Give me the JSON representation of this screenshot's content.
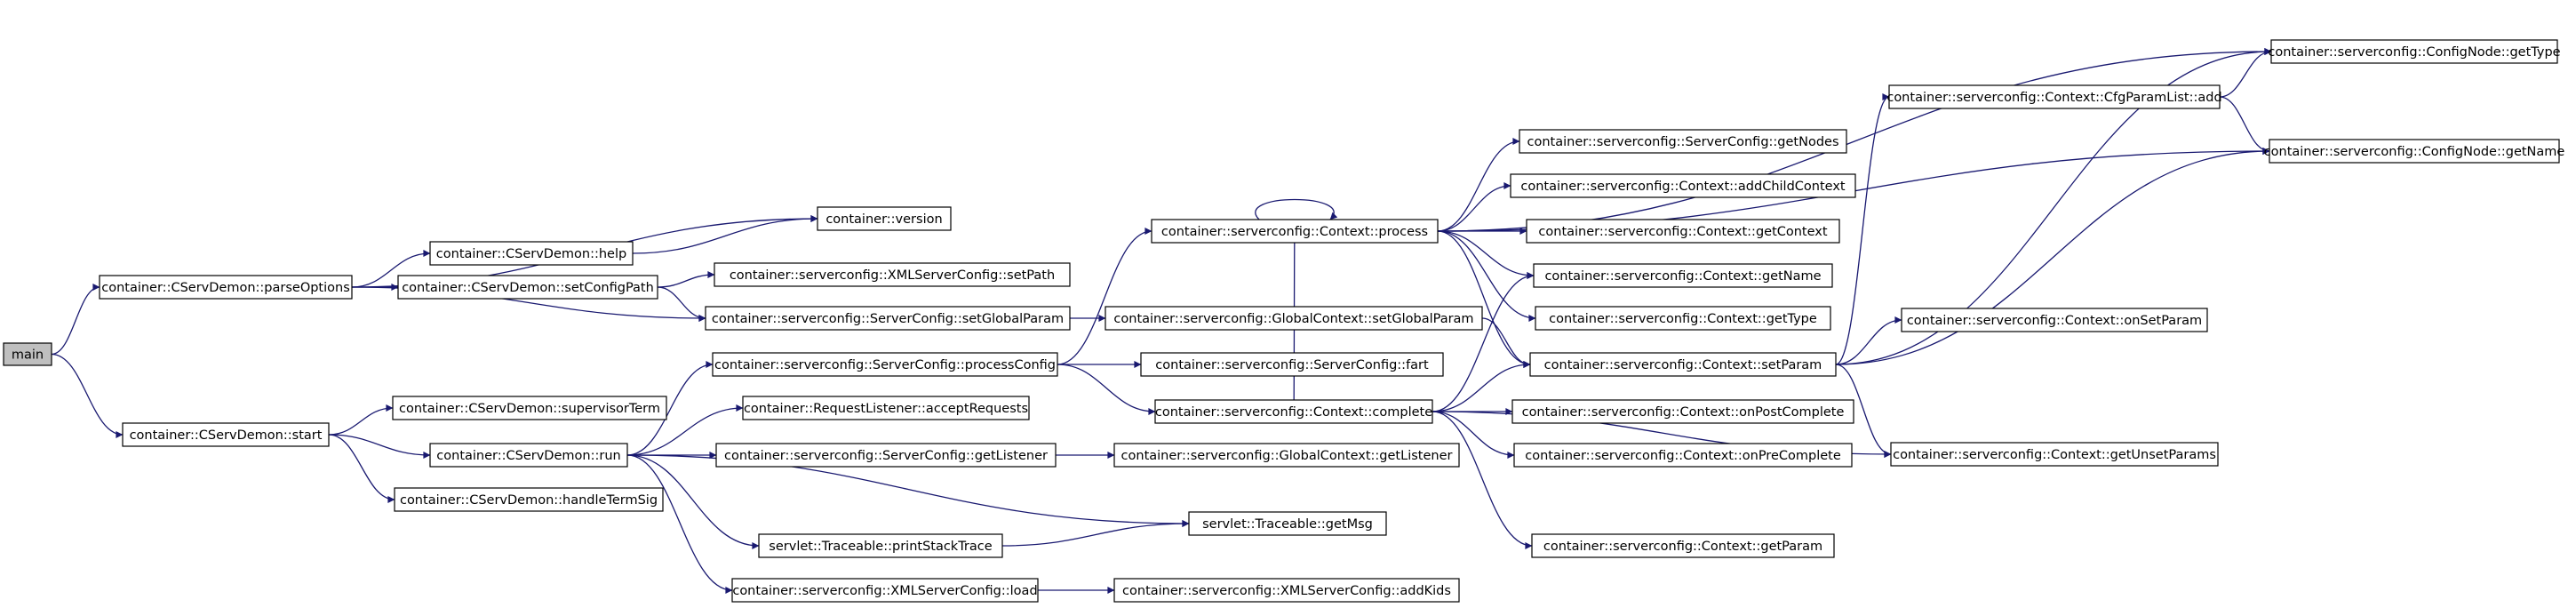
{
  "graph": {
    "root": "main",
    "nodes": [
      {
        "id": "main",
        "label": "main",
        "root": true
      },
      {
        "id": "parseOptions",
        "label": "container::CServDemon::parseOptions"
      },
      {
        "id": "start",
        "label": "container::CServDemon::start"
      },
      {
        "id": "version",
        "label": "container::version"
      },
      {
        "id": "help",
        "label": "container::CServDemon::help"
      },
      {
        "id": "setConfigPath",
        "label": "container::CServDemon::setConfigPath"
      },
      {
        "id": "xmlSetPath",
        "label": "container::serverconfig::XMLServerConfig::setPath"
      },
      {
        "id": "scSetGlobalParam",
        "label": "container::serverconfig::ServerConfig::setGlobalParam"
      },
      {
        "id": "processConfig",
        "label": "container::serverconfig::ServerConfig::processConfig"
      },
      {
        "id": "supervisorTerm",
        "label": "container::CServDemon::supervisorTerm"
      },
      {
        "id": "run",
        "label": "container::CServDemon::run"
      },
      {
        "id": "handleTermSig",
        "label": "container::CServDemon::handleTermSig"
      },
      {
        "id": "acceptRequests",
        "label": "container::RequestListener::acceptRequests"
      },
      {
        "id": "scGetListener",
        "label": "container::serverconfig::ServerConfig::getListener"
      },
      {
        "id": "printStackTrace",
        "label": "servlet::Traceable::printStackTrace"
      },
      {
        "id": "xmlLoad",
        "label": "container::serverconfig::XMLServerConfig::load"
      },
      {
        "id": "process",
        "label": "container::serverconfig::Context::process"
      },
      {
        "id": "gcSetGlobalParam",
        "label": "container::serverconfig::GlobalContext::setGlobalParam"
      },
      {
        "id": "fart",
        "label": "container::serverconfig::ServerConfig::fart"
      },
      {
        "id": "complete",
        "label": "container::serverconfig::Context::complete"
      },
      {
        "id": "gcGetListener",
        "label": "container::serverconfig::GlobalContext::getListener"
      },
      {
        "id": "getMsg",
        "label": "servlet::Traceable::getMsg"
      },
      {
        "id": "addKids",
        "label": "container::serverconfig::XMLServerConfig::addKids"
      },
      {
        "id": "getNodes",
        "label": "container::serverconfig::ServerConfig::getNodes"
      },
      {
        "id": "addChildContext",
        "label": "container::serverconfig::Context::addChildContext"
      },
      {
        "id": "getContext",
        "label": "container::serverconfig::Context::getContext"
      },
      {
        "id": "ctxGetName",
        "label": "container::serverconfig::Context::getName"
      },
      {
        "id": "ctxGetType",
        "label": "container::serverconfig::Context::getType"
      },
      {
        "id": "setParam",
        "label": "container::serverconfig::Context::setParam"
      },
      {
        "id": "onPostComplete",
        "label": "container::serverconfig::Context::onPostComplete"
      },
      {
        "id": "onPreComplete",
        "label": "container::serverconfig::Context::onPreComplete"
      },
      {
        "id": "getParam",
        "label": "container::serverconfig::Context::getParam"
      },
      {
        "id": "cfgAdd",
        "label": "container::serverconfig::Context::CfgParamList::add"
      },
      {
        "id": "onSetParam",
        "label": "container::serverconfig::Context::onSetParam"
      },
      {
        "id": "getUnsetParams",
        "label": "container::serverconfig::Context::getUnsetParams"
      },
      {
        "id": "cnGetType",
        "label": "container::serverconfig::ConfigNode::getType"
      },
      {
        "id": "cnGetName",
        "label": "container::serverconfig::ConfigNode::getName"
      }
    ],
    "edges": [
      {
        "from": "main",
        "to": "parseOptions"
      },
      {
        "from": "main",
        "to": "start"
      },
      {
        "from": "parseOptions",
        "to": "version"
      },
      {
        "from": "parseOptions",
        "to": "help"
      },
      {
        "from": "parseOptions",
        "to": "setConfigPath"
      },
      {
        "from": "parseOptions",
        "to": "scSetGlobalParam"
      },
      {
        "from": "help",
        "to": "version"
      },
      {
        "from": "setConfigPath",
        "to": "xmlSetPath"
      },
      {
        "from": "setConfigPath",
        "to": "scSetGlobalParam"
      },
      {
        "from": "scSetGlobalParam",
        "to": "gcSetGlobalParam"
      },
      {
        "from": "start",
        "to": "supervisorTerm"
      },
      {
        "from": "start",
        "to": "run"
      },
      {
        "from": "start",
        "to": "handleTermSig"
      },
      {
        "from": "run",
        "to": "processConfig"
      },
      {
        "from": "run",
        "to": "acceptRequests"
      },
      {
        "from": "run",
        "to": "scGetListener"
      },
      {
        "from": "run",
        "to": "printStackTrace"
      },
      {
        "from": "run",
        "to": "getMsg"
      },
      {
        "from": "run",
        "to": "xmlLoad"
      },
      {
        "from": "processConfig",
        "to": "process"
      },
      {
        "from": "processConfig",
        "to": "fart"
      },
      {
        "from": "processConfig",
        "to": "complete"
      },
      {
        "from": "scGetListener",
        "to": "gcGetListener"
      },
      {
        "from": "printStackTrace",
        "to": "getMsg"
      },
      {
        "from": "xmlLoad",
        "to": "addKids"
      },
      {
        "from": "gcSetGlobalParam",
        "to": "setParam"
      },
      {
        "from": "process",
        "to": "process"
      },
      {
        "from": "process",
        "to": "cnGetType"
      },
      {
        "from": "process",
        "to": "cnGetName"
      },
      {
        "from": "process",
        "to": "getNodes"
      },
      {
        "from": "process",
        "to": "addChildContext"
      },
      {
        "from": "process",
        "to": "getContext"
      },
      {
        "from": "process",
        "to": "ctxGetName"
      },
      {
        "from": "process",
        "to": "ctxGetType"
      },
      {
        "from": "process",
        "to": "setParam"
      },
      {
        "from": "complete",
        "to": "process"
      },
      {
        "from": "complete",
        "to": "ctxGetName"
      },
      {
        "from": "complete",
        "to": "setParam"
      },
      {
        "from": "complete",
        "to": "onPostComplete"
      },
      {
        "from": "complete",
        "to": "onPreComplete"
      },
      {
        "from": "complete",
        "to": "getParam"
      },
      {
        "from": "complete",
        "to": "getUnsetParams"
      },
      {
        "from": "setParam",
        "to": "cfgAdd"
      },
      {
        "from": "setParam",
        "to": "onSetParam"
      },
      {
        "from": "setParam",
        "to": "cnGetType"
      },
      {
        "from": "setParam",
        "to": "cnGetName"
      },
      {
        "from": "setParam",
        "to": "getUnsetParams"
      },
      {
        "from": "cfgAdd",
        "to": "cnGetType"
      },
      {
        "from": "cfgAdd",
        "to": "cnGetName"
      }
    ]
  }
}
